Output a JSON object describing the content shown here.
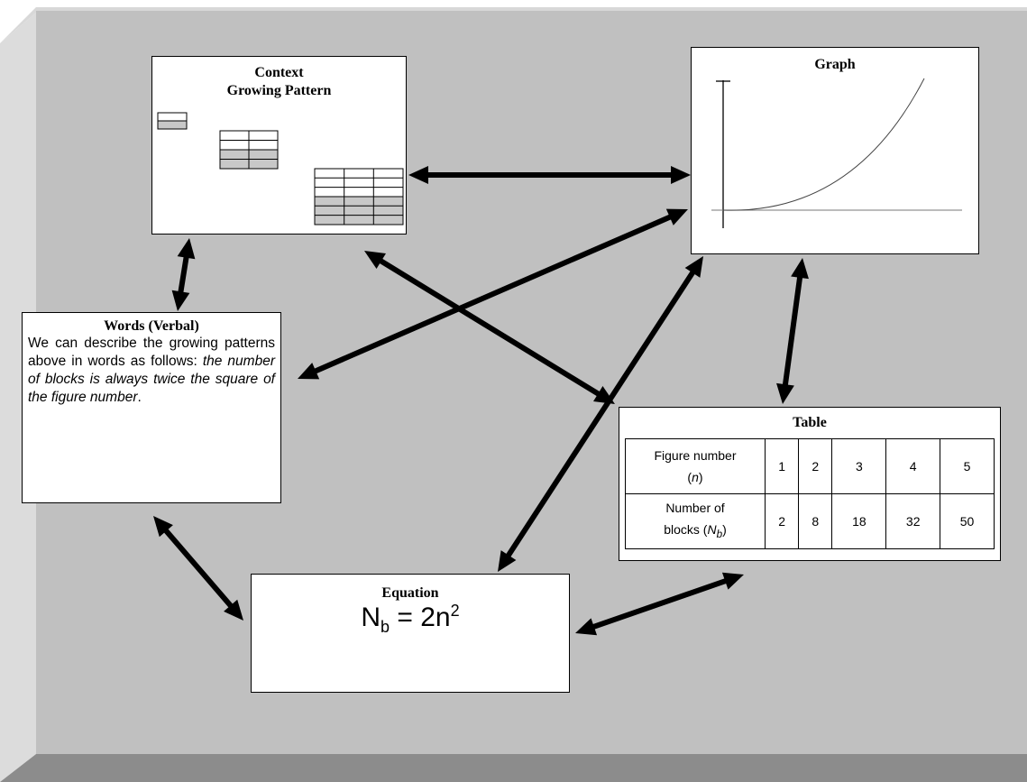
{
  "context": {
    "title_line1": "Context",
    "title_line2": "Growing Pattern"
  },
  "graph": {
    "title": "Graph"
  },
  "words": {
    "title": "Words (Verbal)",
    "text_plain": "We can describe the growing patterns above in words as follows: ",
    "text_italic": "the number of blocks is always twice the square of the figure number",
    "text_end": "."
  },
  "table": {
    "title": "Table",
    "row1_label_a": "Figure number",
    "row1_label_var": "n",
    "row2_label_a": "Number of",
    "row2_label_b": "blocks",
    "row2_label_var_main": "N",
    "row2_label_var_sub": "b",
    "figure_numbers": [
      "1",
      "2",
      "3",
      "4",
      "5"
    ],
    "block_counts": [
      "2",
      "8",
      "18",
      "32",
      "50"
    ]
  },
  "equation": {
    "title": "Equation",
    "lhs": "N",
    "lhs_sub": "b",
    "middle": " = 2n",
    "exponent": "2"
  },
  "colors": {
    "background": "#c0c0c0",
    "shadow": "#8c8c8c",
    "bevel_light": "#e0e0e0",
    "box_fill": "#ffffff",
    "grid_shade": "#c8c8c8",
    "arrow": "#000000"
  }
}
